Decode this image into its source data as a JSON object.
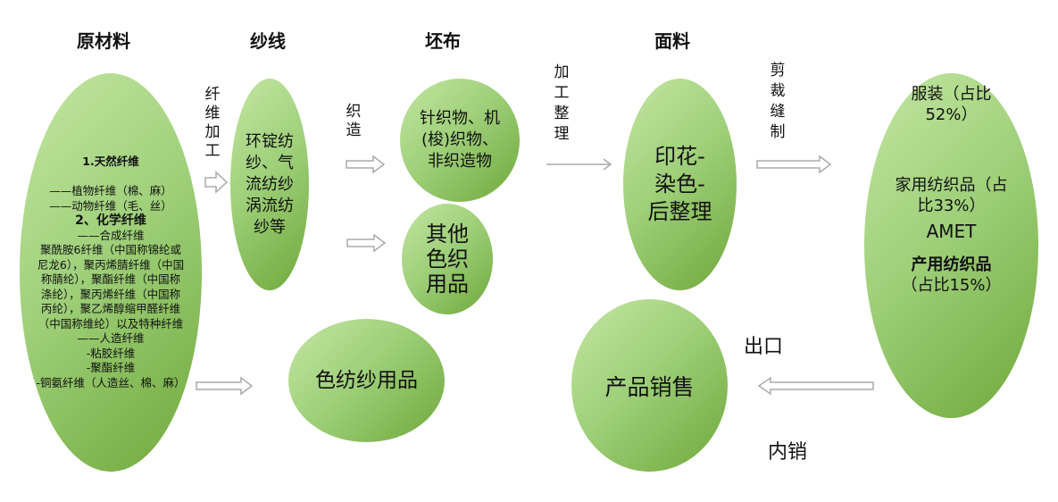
{
  "headers": {
    "raw": "原材料",
    "yarn": "纱线",
    "grey": "坯布",
    "fabric": "面料"
  },
  "raw_materials": {
    "natural_title": "1.天然纤维",
    "natural_lines": [
      "——植物纤维（棉、麻）",
      "——动物纤维（毛、丝）"
    ],
    "chemical_title": "2、化学纤维",
    "synthetic_title": "——合成纤维",
    "synthetic_text": "聚酰胺6纤维（中国称锦纶或尼龙6），聚丙烯腈纤维（中国称腈纶），聚酯纤维（中国称涤纶），聚丙烯纤维（中国称丙纶），聚乙烯醇缩甲醛纤维（中国称维纶）以及特种纤维",
    "artificial_title": "——人造纤维",
    "artificial_lines": [
      "-粘胶纤维",
      "-聚酯纤维",
      "-铜氨纤维（人造丝、棉、麻）"
    ]
  },
  "nodes": {
    "yarn": "环锭纺纱、气流纺纱涡流纺纱等",
    "knit": "针织物、机(梭)织物、非织造物",
    "other": "其他色织用品",
    "colorspun": "色纺纱用品",
    "finishing": "印花-染色-后整理",
    "sales": "产品销售",
    "apparel": "服装（占比52%）",
    "home": "家用纺织品（占比33%）",
    "amet": "AMET",
    "industrial": "产用纺织品",
    "industrial_share": "（占比15%）"
  },
  "labels": {
    "fiber": "纤维加工",
    "weave": "织造",
    "process": "加工整理",
    "cut": "剪裁缝制",
    "export": "出口",
    "domestic": "内销"
  }
}
